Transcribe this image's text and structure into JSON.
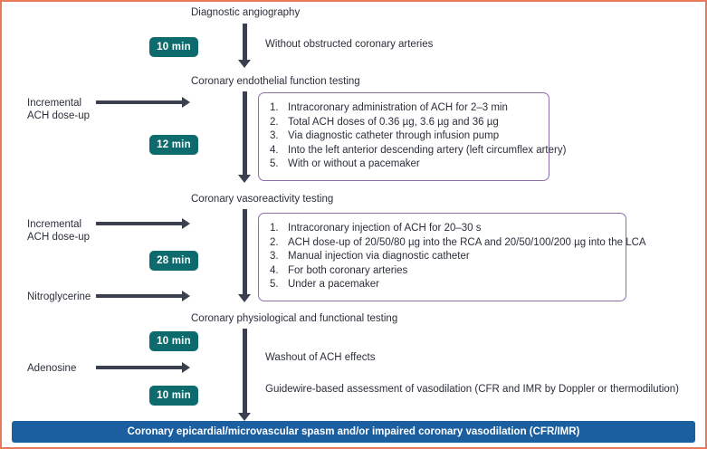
{
  "figure": {
    "border_color": "#e8795a",
    "background": "#ffffff"
  },
  "colors": {
    "badge_teal": "#0d6b6e",
    "arrow_dark": "#3a4050",
    "box_purple": "#8a6fa8",
    "banner_blue": "#1b5fa0",
    "text_dark": "#2b2f3a"
  },
  "stages": [
    {
      "id": "diagnostic-angiography",
      "label": "Diagnostic angiography"
    },
    {
      "id": "coronary-endothelial-function-testing",
      "label": "Coronary endothelial function testing"
    },
    {
      "id": "coronary-vasoreactivity-testing",
      "label": "Coronary vasoreactivity testing"
    },
    {
      "id": "coronary-physiological-and-functional-testing",
      "label": "Coronary physiological and functional testing"
    }
  ],
  "durations": [
    {
      "id": "duration-1",
      "label": "10 min"
    },
    {
      "id": "duration-2",
      "label": "12 min"
    },
    {
      "id": "duration-3",
      "label": "28 min"
    },
    {
      "id": "duration-4",
      "label": "10 min"
    },
    {
      "id": "duration-5",
      "label": "10 min"
    }
  ],
  "inputs": [
    {
      "id": "input-ach-1",
      "label": "Incremental\nACH dose-up"
    },
    {
      "id": "input-ach-2",
      "label": "Incremental\nACH dose-up"
    },
    {
      "id": "input-nitroglycerine",
      "label": "Nitroglycerine"
    },
    {
      "id": "input-adenosine",
      "label": "Adenosine"
    }
  ],
  "notes": [
    {
      "id": "note-without-obstruction",
      "label": "Without obstructed coronary arteries"
    },
    {
      "id": "note-washout",
      "label": "Washout of ACH effects"
    },
    {
      "id": "note-guidewire",
      "label": "Guidewire-based assessment of vasodilation (CFR and IMR by Doppler or thermodilution)"
    }
  ],
  "detail_boxes": [
    {
      "id": "endothelial-protocol-box",
      "items": [
        "Intracoronary administration of ACH for 2–3 min",
        "Total ACH doses of 0.36 µg, 3.6 µg and 36 µg",
        "Via diagnostic catheter through infusion pump",
        "Into the left anterior descending artery (left circumflex artery)",
        "With or without a pacemaker"
      ]
    },
    {
      "id": "vasoreactivity-protocol-box",
      "items": [
        "Intracoronary injection of ACH for 20–30 s",
        "ACH dose-up of 20/50/80 µg into the RCA and 20/50/100/200 µg into the LCA",
        "Manual injection via diagnostic catheter",
        "For both coronary arteries",
        "Under a pacemaker"
      ]
    }
  ],
  "conclusion": {
    "label": "Coronary epicardial/microvascular spasm and/or impaired coronary vasodilation (CFR/IMR)"
  }
}
